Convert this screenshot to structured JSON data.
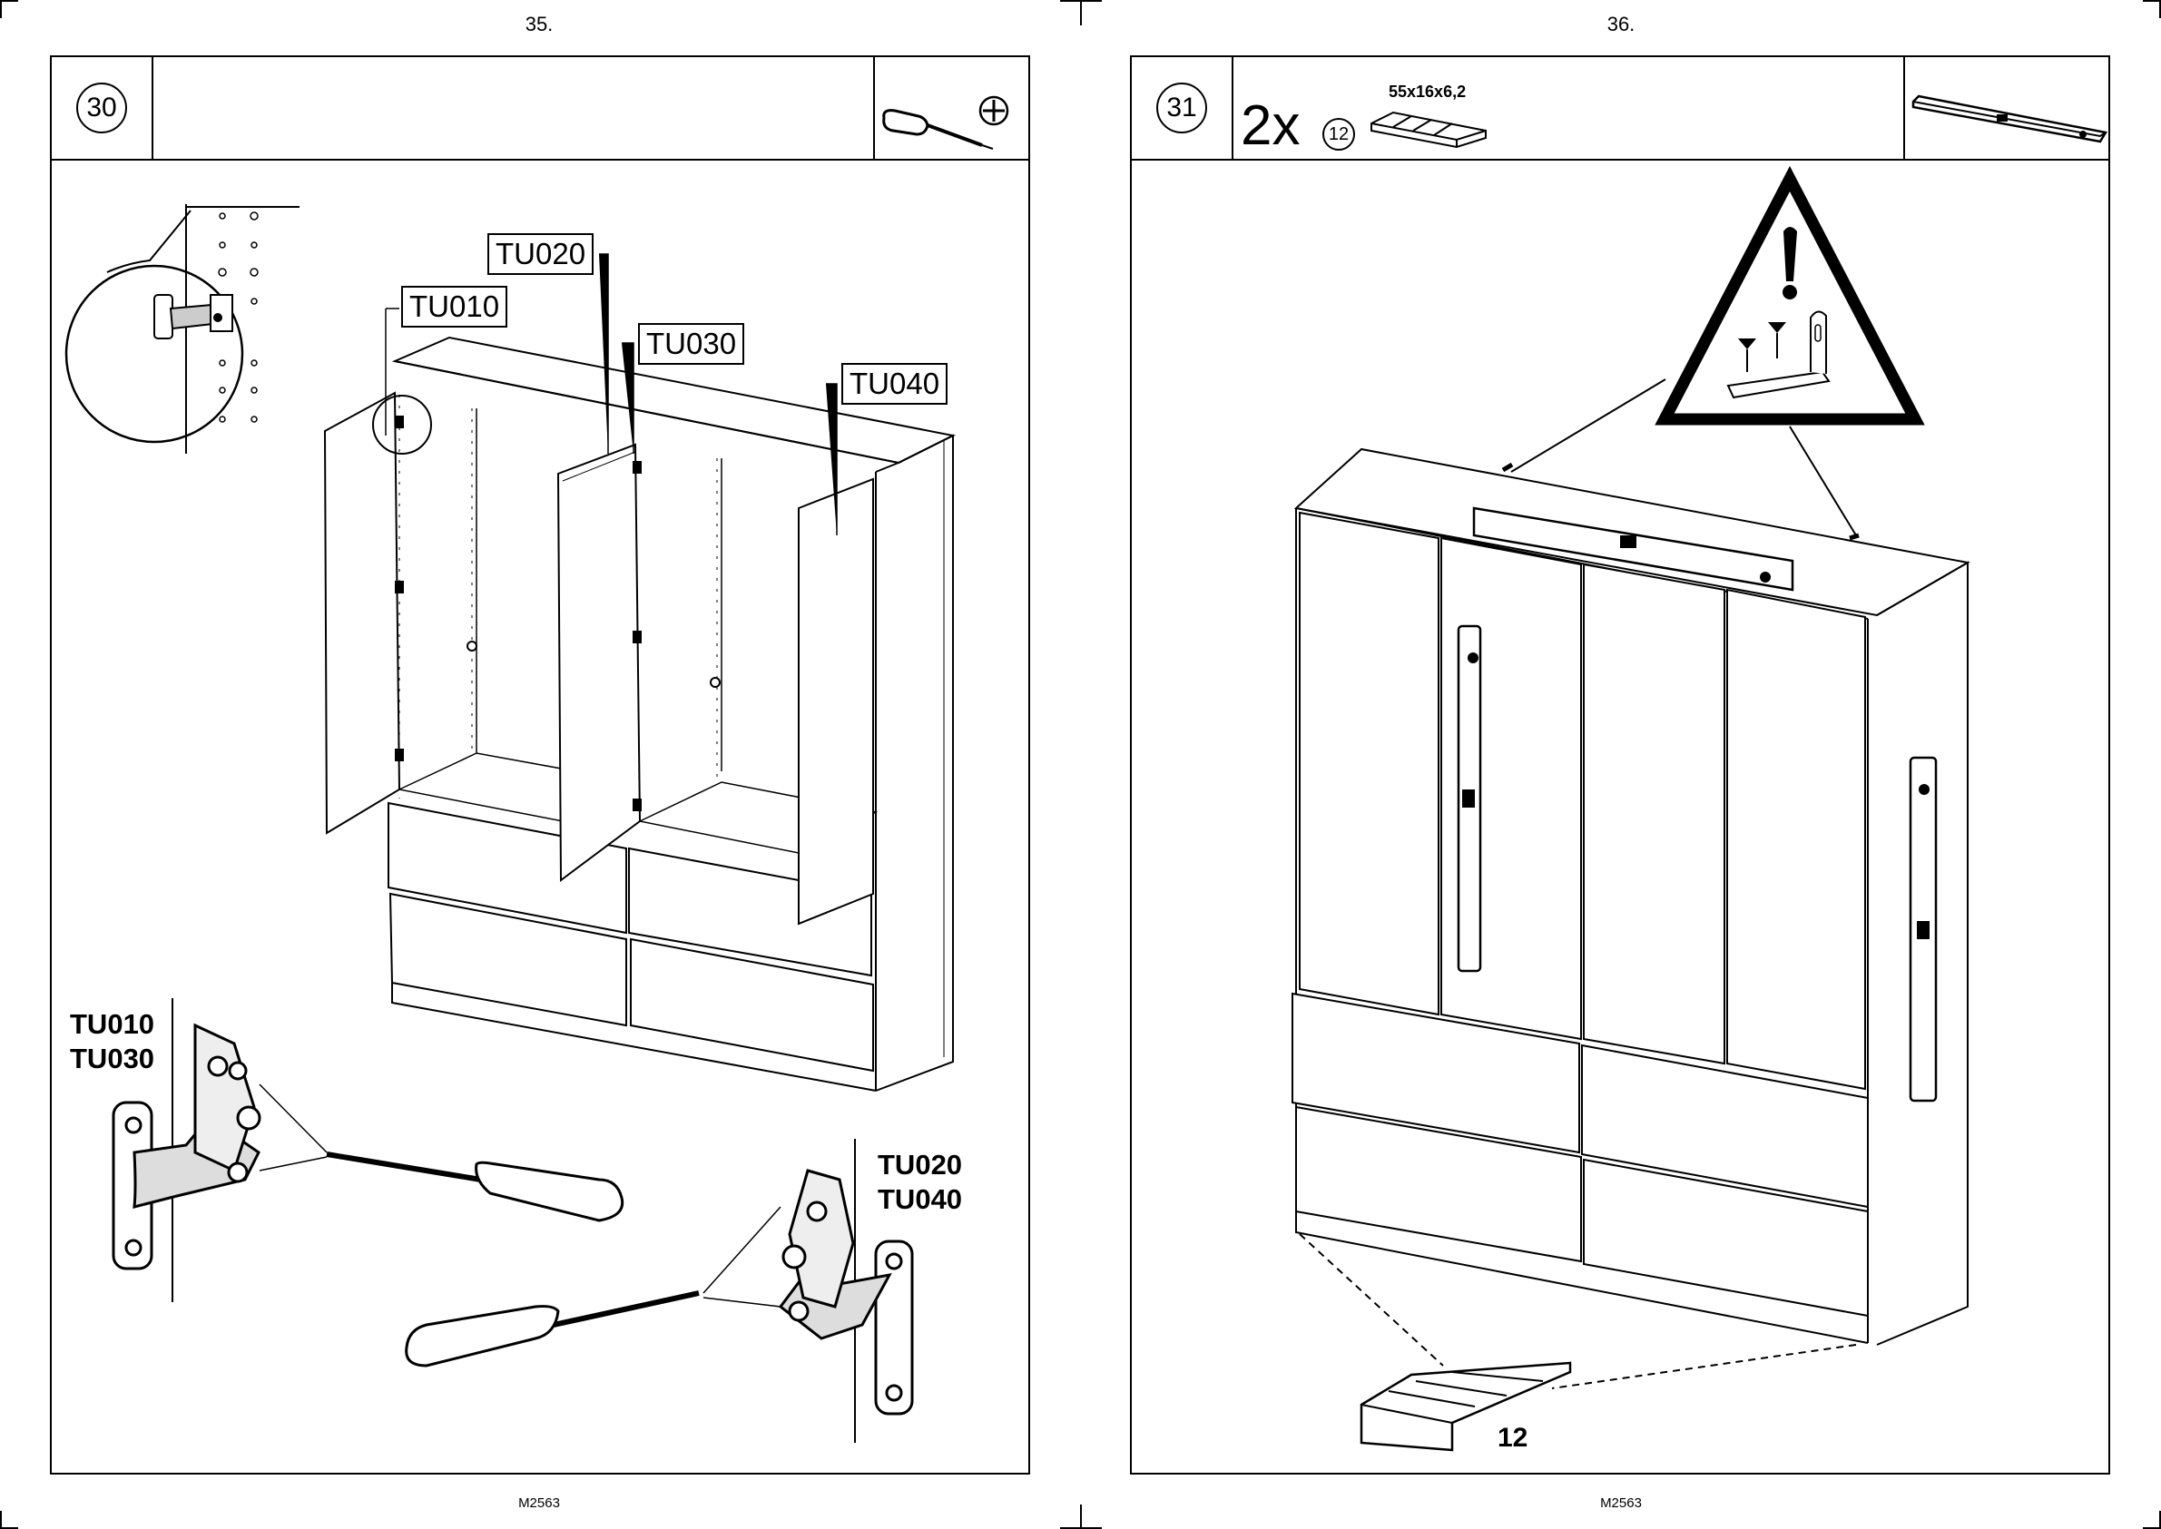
{
  "left_page": {
    "page_number": "35.",
    "footer_code": "M2563",
    "step_number": "30",
    "part_tags": [
      "TU020",
      "TU010",
      "TU030",
      "TU040"
    ],
    "hinge_label_left": [
      "TU010",
      "TU030"
    ],
    "hinge_label_right": [
      "TU020",
      "TU040"
    ],
    "tool_icon": "phillips-screwdriver-icon"
  },
  "right_page": {
    "page_number": "36.",
    "footer_code": "M2563",
    "step_number": "31",
    "quantity": "2x",
    "part_number": "12",
    "part_dimensions": "55x16x6,2",
    "callout_part_number": "12",
    "tool_icon": "spirit-level-icon",
    "warning_icon": "warning-triangle-icon"
  }
}
